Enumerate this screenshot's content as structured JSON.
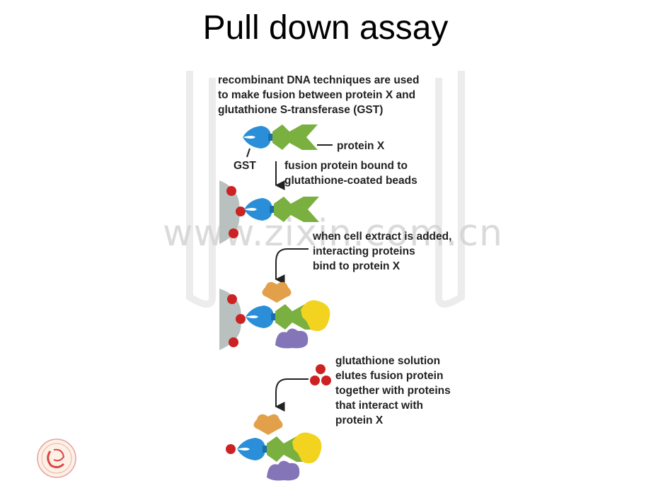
{
  "title": "Pull down assay",
  "steps": {
    "intro": [
      "recombinant DNA techniques are used",
      "to make fusion between protein X and",
      "glutathione S-transferase (GST)"
    ],
    "bound": [
      "fusion protein bound to",
      "glutathione-coated beads"
    ],
    "extract": [
      "when cell extract is added,",
      "interacting proteins",
      "bind to protein X"
    ],
    "elute": [
      "glutathione solution",
      "elutes fusion protein",
      "together with proteins",
      "that interact with",
      "protein X"
    ]
  },
  "labels": {
    "protein_x": "protein X",
    "gst": "GST"
  },
  "watermark": "www.zixin.com.cn",
  "colors": {
    "gst": "#2a8fd8",
    "protein_x": "#7ab040",
    "bead": "#b8c0c0",
    "glutathione": "#cc2222",
    "orange_protein": "#e3a04a",
    "yellow_protein": "#f2d320",
    "purple_protein": "#8474b8"
  }
}
